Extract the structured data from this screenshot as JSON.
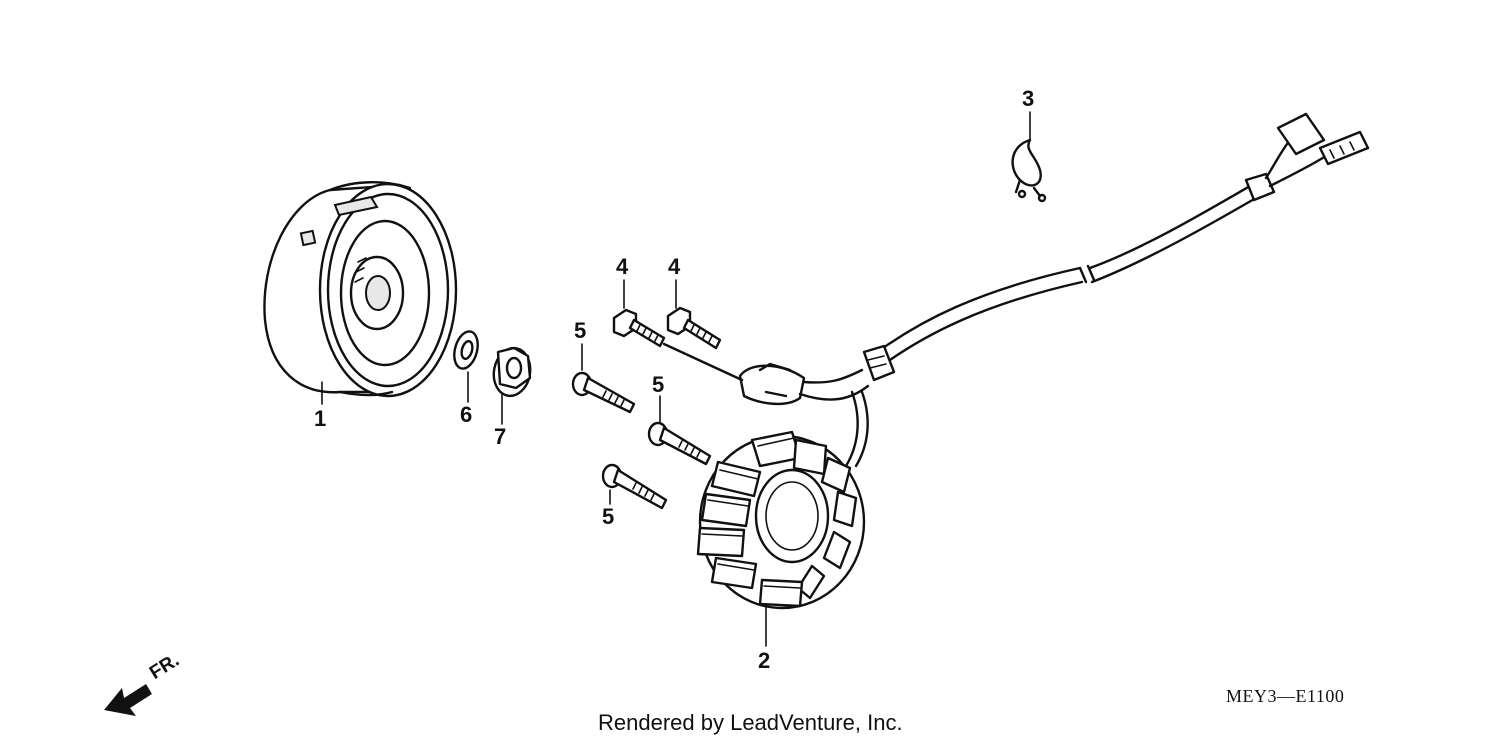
{
  "diagram": {
    "callouts": [
      {
        "id": "1",
        "label": "1"
      },
      {
        "id": "2",
        "label": "2"
      },
      {
        "id": "3",
        "label": "3"
      },
      {
        "id": "4a",
        "label": "4"
      },
      {
        "id": "4b",
        "label": "4"
      },
      {
        "id": "5a",
        "label": "5"
      },
      {
        "id": "5b",
        "label": "5"
      },
      {
        "id": "5c",
        "label": "5"
      },
      {
        "id": "6",
        "label": "6"
      },
      {
        "id": "7",
        "label": "7"
      }
    ],
    "direction_label": "FR.",
    "diagram_code": "MEY3—E1100",
    "credit": "Rendered by LeadVenture, Inc."
  }
}
